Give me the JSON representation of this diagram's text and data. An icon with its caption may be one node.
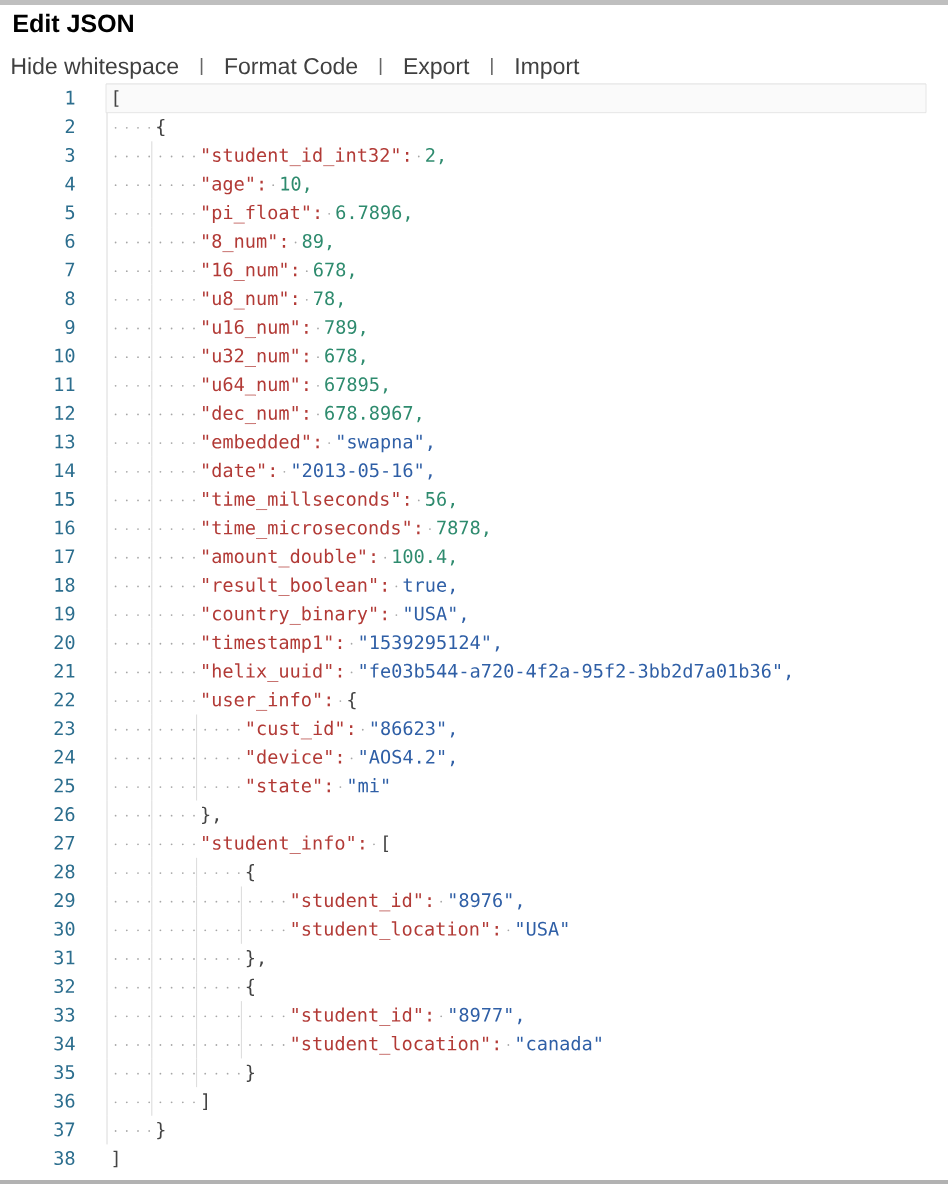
{
  "diagram": {
    "title": "Edit JSON",
    "labels": [
      "Hide whitespace",
      "Format Code",
      "Export",
      "Import",
      "1",
      "[",
      "2",
      "{",
      "3",
      "\"student_id_int32\":",
      "2,",
      "4",
      "\"age\":",
      "10,",
      "5",
      "\"pi_float\":",
      "6.7896,",
      "6",
      "\"8_num\":",
      "89,",
      "7",
      "\"16_num\":",
      "678,",
      "8",
      "\"u8_num\":",
      "78,",
      "9",
      "\"u16_num\":",
      "789,",
      "10",
      "\"u32_num\":",
      "678,",
      "11",
      "\"u64_num\":",
      "67895,",
      "12",
      "\"dec_num\":",
      "678.8967,",
      "13",
      "\"embedded\":",
      "\"swapna\",",
      "14",
      "\"date\":",
      "\"2013-05-16\",",
      "15",
      "\"time_millseconds\":",
      "56,",
      "16",
      "\"time_microseconds\":",
      "7878,",
      "17",
      "\"amount_double\":",
      "100.4,",
      "18",
      "\"result_boolean\":",
      "true,",
      "19",
      "\"country_binary\":",
      "\"USA\",",
      "20",
      "\"timestamp1\":",
      "\"1539295124\",",
      "21",
      "\"helix_uuid\":",
      "\"fe03b544-a720-4f2a-95f2-3bb2d7a01b36\",",
      "22",
      "\"user_info\":",
      "{",
      "23",
      "\"cust_id\":",
      "\"86623\",",
      "24",
      "\"device\":",
      "\"AOS4.2\",",
      "25",
      "\"state\":",
      "\"mi\"",
      "26",
      "},",
      "27",
      "\"student_info\":",
      "[",
      "28",
      "{",
      "29",
      "\"student_id\":",
      "\"8976\",",
      "30",
      "\"student_location\":",
      "\"USA\"",
      "31",
      "},",
      "32",
      "{",
      "33",
      "\"student_id\":",
      "\"8977\",",
      "34",
      "\"student_location\":",
      "\"canada\"",
      "35",
      "}",
      "36",
      "]",
      "37",
      "}",
      "38",
      "]"
    ]
  }
}
